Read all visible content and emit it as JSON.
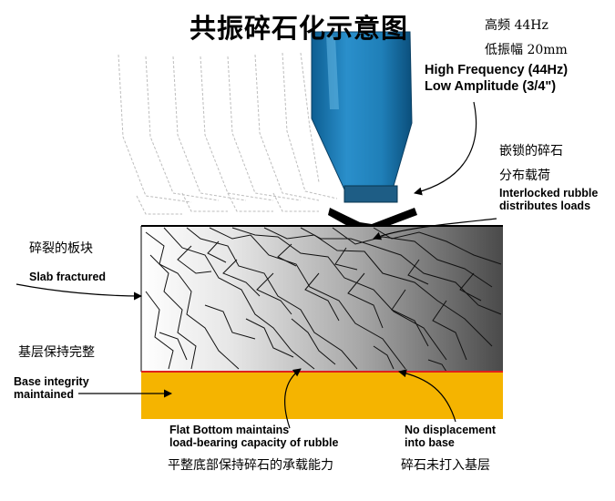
{
  "title": "共振碎石化示意图",
  "spec": {
    "frequency_cn": "高频 44Hz",
    "amplitude_cn": "低振幅 20mm"
  },
  "head": {
    "en_line1": "High Frequency (44Hz)",
    "en_line2": "Low Amplitude (3/4\")"
  },
  "rubble": {
    "cn_line1": "嵌锁的碎石",
    "cn_line2": "分布载荷",
    "en_line1": "Interlocked rubble",
    "en_line2": "distributes loads"
  },
  "slab": {
    "cn": "碎裂的板块",
    "en": "Slab fractured"
  },
  "base": {
    "cn": "基层保持完整",
    "en_line1": "Base integrity",
    "en_line2": "maintained"
  },
  "bottom": {
    "en_line1": "Flat Bottom maintains",
    "en_line2": "load-bearing capacity of rubble",
    "cn": "平整底部保持碎石的承载能力"
  },
  "displacement": {
    "en_line1": "No displacement",
    "en_line2": "into base",
    "cn": "碎石未打入基层"
  },
  "colors": {
    "machine_blue": "#1f7fb8",
    "base_yellow": "#f5b400",
    "interface_red": "#e0201c",
    "slab_dark": "#4a4a4a"
  }
}
